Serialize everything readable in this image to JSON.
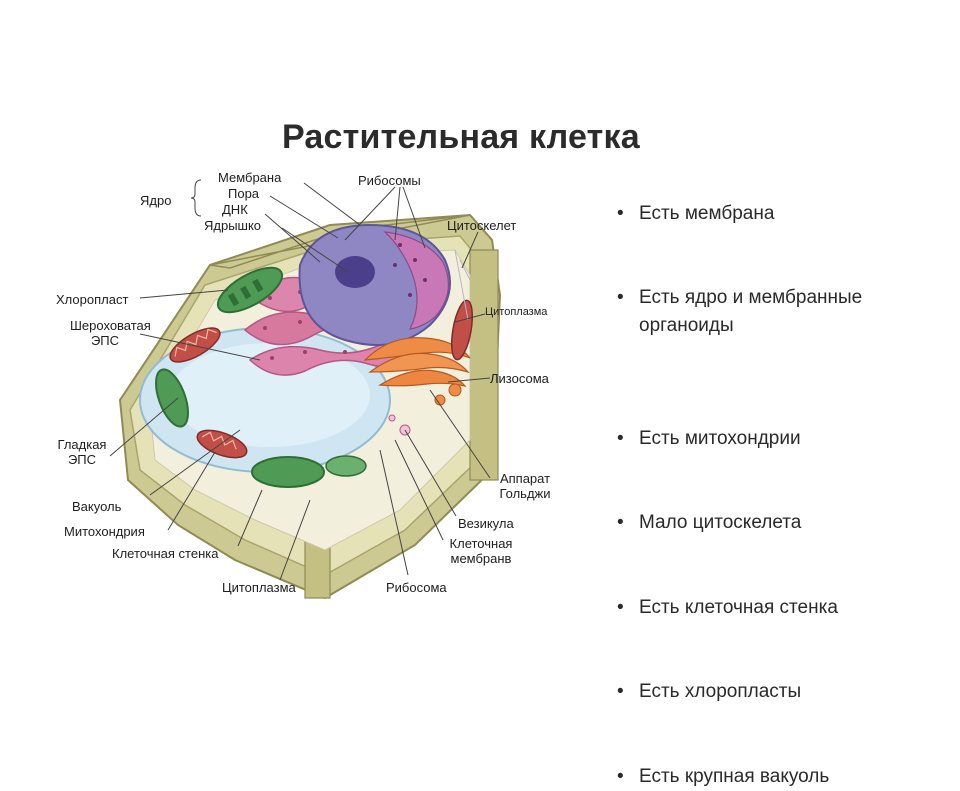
{
  "title": "Растительная клетка",
  "labels": {
    "nucleus": "Ядро",
    "membrane": "Мембрана",
    "pore": "Пора",
    "dna": "ДНК",
    "nucleolus": "Ядрышко",
    "ribosomes": "Рибосомы",
    "cytoskeleton": "Цитоскелет",
    "chloroplast": "Хлоропласт",
    "rough_er": "Шероховатая\nЭПС",
    "cytoplasm_top": "Цитоплазма",
    "lysosome": "Лизосома",
    "smooth_er": "Гладкая\nЭПС",
    "vacuole": "Вакуоль",
    "mitochondrion": "Митохондрия",
    "cell_wall": "Клеточная стенка",
    "cytoplasm_bottom": "Цитоплазма",
    "ribosome_bottom": "Рибосома",
    "cell_membrane": "Клеточная\nмембранв",
    "vesicle": "Везикула",
    "golgi": "Аппарат\nГольджи"
  },
  "bullets": [
    "Есть мембрана",
    "Есть ядро и мембранные органоиды",
    "Есть митохондрии",
    "Мало цитоскелета",
    "Есть клеточная стенка",
    "Есть хлоропласты",
    "Есть крупная вакуоль"
  ],
  "colors": {
    "cell_wall": "#c9c58a",
    "cytoplasm": "#f2eedc",
    "vacuole": "#cfe6f2",
    "nucleus": "#7d76b6",
    "er": "#d77aa3",
    "chloroplast": "#4f9a55",
    "golgi": "#e77a3a",
    "mitochondria": "#b9433f"
  }
}
